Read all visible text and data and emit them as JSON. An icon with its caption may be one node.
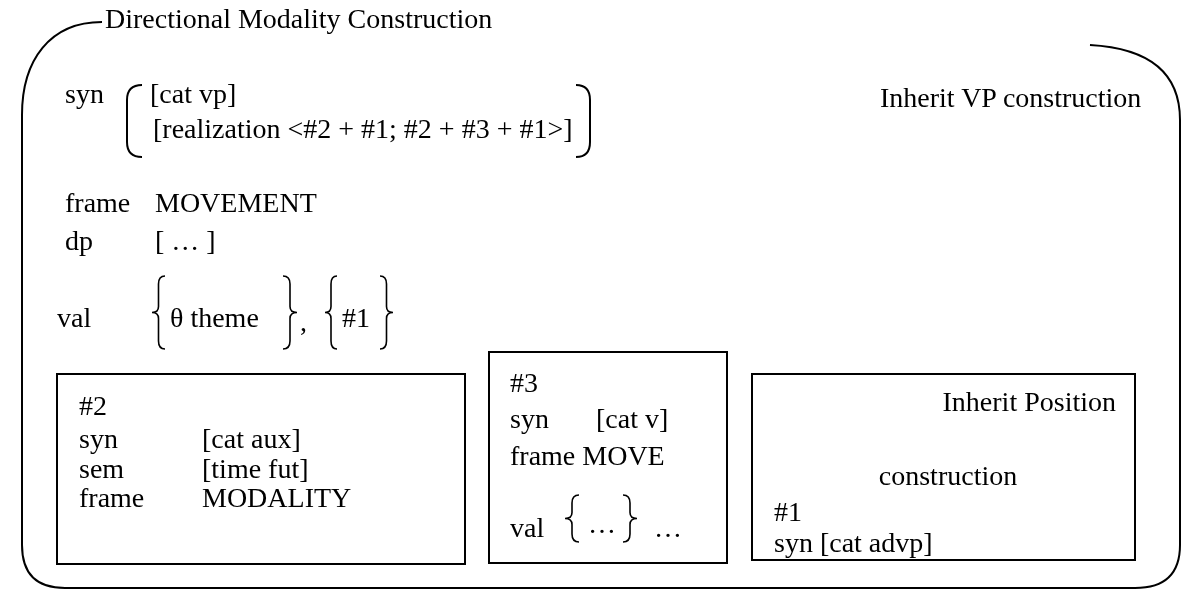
{
  "diagram": {
    "nodes": [
      {
        "text": [
          "Directional Modality Construction",
          "syn",
          "[cat vp]",
          "[realization <#2 + #1; #2 + #3 + #1>]",
          "Inherit VP construction",
          "frame",
          "MOVEMENT",
          "dp",
          "[ … ]",
          "val",
          "θ theme",
          ",",
          "#1"
        ]
      },
      {
        "text": [
          "#2",
          "syn",
          "[cat aux]",
          "sem",
          "[time fut]",
          "frame",
          "MODALITY"
        ],
        "in": 0
      },
      {
        "text": [
          "#3",
          "syn",
          "[cat v]",
          "frame MOVE",
          "val",
          "…",
          "…"
        ],
        "in": 0
      },
      {
        "text": [
          "Inherit Position",
          "construction",
          "#1",
          "syn [cat advp]"
        ],
        "in": 0
      }
    ]
  }
}
